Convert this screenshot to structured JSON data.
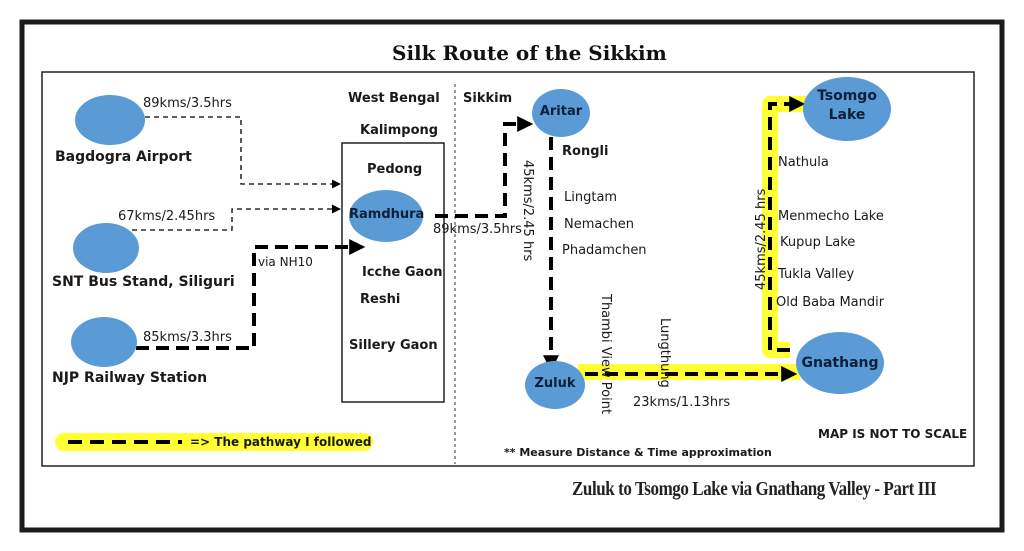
{
  "title": "Silk Route of the Sikkim",
  "footer_title": "Zuluk to Tsomgo Lake via Gnathang Valley - Part III",
  "region_labels": {
    "west_bengal": "West Bengal",
    "kalimpong": "Kalimpong",
    "sikkim": "Sikkim"
  },
  "nodes": {
    "bagdogra": "Bagdogra Airport",
    "snt": "SNT Bus Stand, Siliguri",
    "njp": "NJP Railway Station",
    "ramdhura": "Ramdhura",
    "aritar": "Aritar",
    "zuluk": "Zuluk",
    "gnathang": "Gnathang",
    "tsomgo_line1": "Tsomgo",
    "tsomgo_line2": "Lake"
  },
  "kalimpong_places": [
    "Pedong",
    "Icche Gaon",
    "Reshi",
    "Sillery Gaon"
  ],
  "aritar_zuluk_places": [
    "Rongli",
    "Lingtam",
    "Nemachen",
    "Phadamchen"
  ],
  "gnathang_tsomgo_places": [
    "Nathula",
    "Menmecho Lake",
    "Kupup Lake",
    "Tukla Valley",
    "Old Baba Mandir"
  ],
  "zuluk_gnathang_places": [
    "Thambi View Point",
    "Lungthung"
  ],
  "route_labels": {
    "bagdogra_ramdhura": "89kms/3.5hrs",
    "snt_ramdhura": "67kms/2.45hrs",
    "njp_ramdhura": "85kms/3.3hrs",
    "via": "via NH10",
    "ramdhura_aritar": "89kms/3.5hrs",
    "aritar_zuluk": "45kms/2.45 hrs",
    "zuluk_gnathang": "23kms/1.13hrs",
    "gnathang_tsomgo": "45kms/2.45 hrs"
  },
  "legend_text": "=> The pathway I followed",
  "note": "** Measure Distance & Time approximation",
  "scale_note": "MAP IS NOT TO SCALE",
  "colors": {
    "node": "#5b9bd5",
    "highlight": "#ffff33",
    "line": "#000000"
  }
}
